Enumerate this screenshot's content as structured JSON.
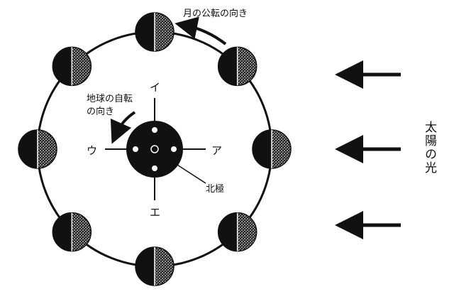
{
  "labels": {
    "moon_revolution": "月の公転の向き",
    "earth_rotation_line1": "地球の自転",
    "earth_rotation_line2": "の向き",
    "north_pole": "北極",
    "point_a": "ア",
    "point_i": "イ",
    "point_u": "ウ",
    "point_e": "エ",
    "sunlight": "太陽の光"
  },
  "moon_positions_count": 8,
  "colors": {
    "ink": "#111111",
    "stipple": "#8a8a8a"
  }
}
